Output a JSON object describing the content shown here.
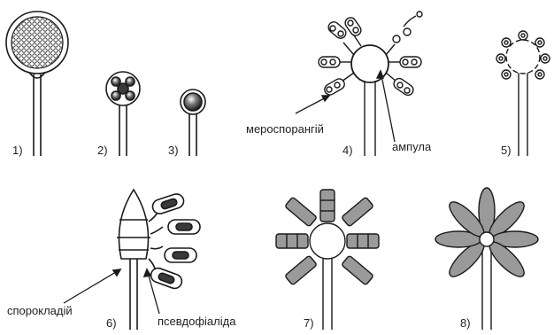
{
  "panels": [
    {
      "number": "1)"
    },
    {
      "number": "2)"
    },
    {
      "number": "3)"
    },
    {
      "number": "4)"
    },
    {
      "number": "5)"
    },
    {
      "number": "6)"
    },
    {
      "number": "7)"
    },
    {
      "number": "8)"
    }
  ],
  "labels": {
    "merosporangium": "мероспорангій",
    "ampulla": "ампула",
    "sporocladium": "спорокладій",
    "pseudophialide": "псевдофіаліда"
  },
  "colors": {
    "line": "#1a1a1a",
    "fill_gray": "#9a9a9a",
    "fill_dark": "#3a3a3a",
    "background": "#ffffff"
  }
}
